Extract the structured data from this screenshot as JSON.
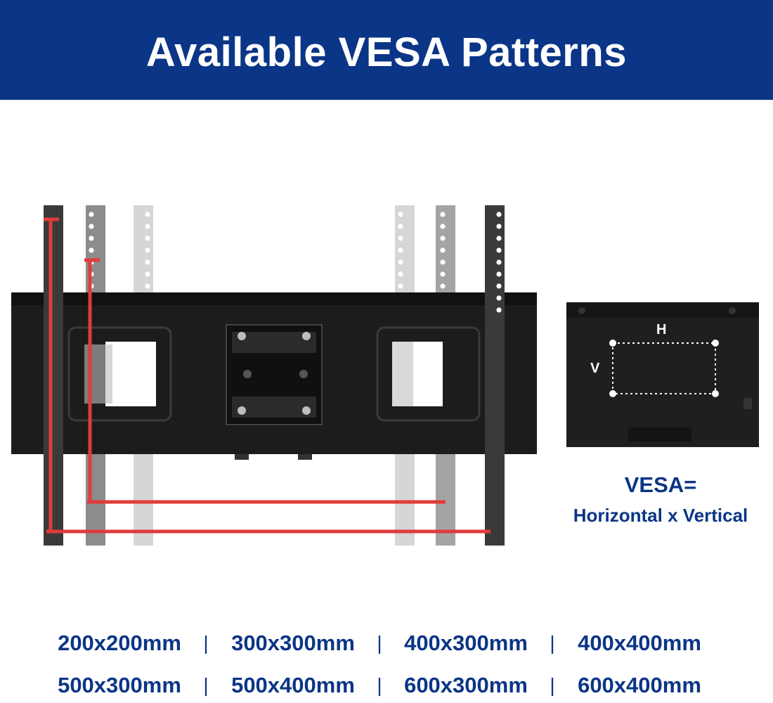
{
  "header": {
    "title": "Available VESA Patterns",
    "background_color": "#0b3586"
  },
  "diagram": {
    "tv_back": {
      "h_label": "H",
      "v_label": "V"
    },
    "formula": {
      "title": "VESA=",
      "subtitle": "Horizontal x Vertical"
    },
    "highlight_color": "#e03b3b"
  },
  "sizes": {
    "separator": "|",
    "row1": [
      "200x200mm",
      "300x300mm",
      "400x300mm",
      "400x400mm"
    ],
    "row2": [
      "500x300mm",
      "500x400mm",
      "600x300mm",
      "600x400mm"
    ]
  }
}
